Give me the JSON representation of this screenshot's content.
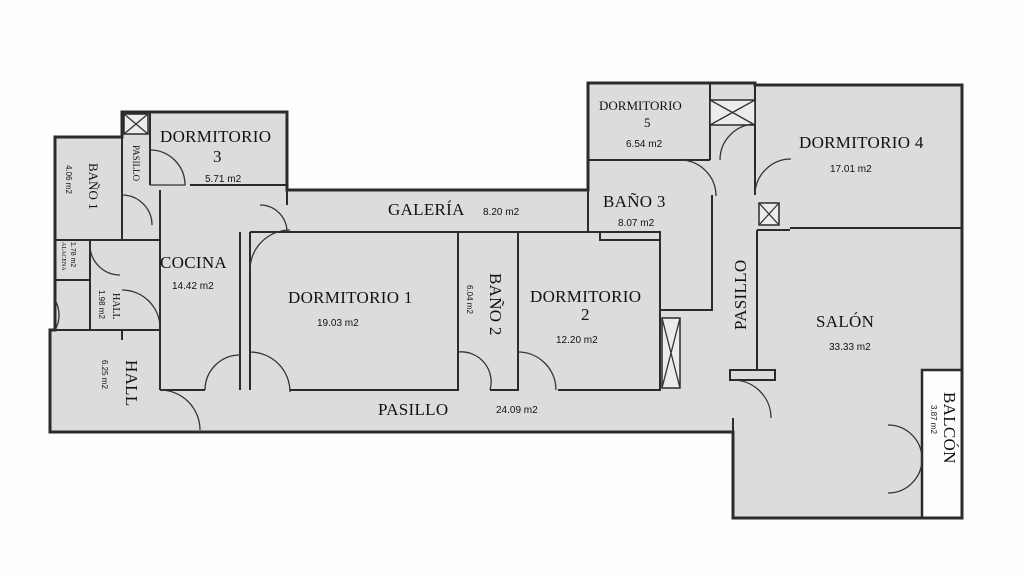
{
  "plan": {
    "rooms": {
      "dormitorio3": {
        "name_a": "DORMITORIO",
        "name_b": "3",
        "area": "5.71 m2"
      },
      "pasillo_small": {
        "name": "PASILLO"
      },
      "bano1": {
        "name": "BAÑO 1",
        "area": "4.06 m2"
      },
      "alacena": {
        "name": "ALACENA",
        "area": "1.78 m2"
      },
      "cocina": {
        "name": "COCINA",
        "area": "14.42 m2"
      },
      "hall_small": {
        "name": "HALL",
        "area": "1.98 m2"
      },
      "hall": {
        "name": "HALL",
        "area": "6.25 m2"
      },
      "galeria": {
        "name": "GALERÍA",
        "area": "8.20 m2"
      },
      "dormitorio1": {
        "name": "DORMITORIO 1",
        "area": "19.03 m2"
      },
      "bano2": {
        "name": "BAÑO 2",
        "area": "6.04 m2"
      },
      "dormitorio2": {
        "name_a": "DORMITORIO",
        "name_b": "2",
        "area": "12.20 m2"
      },
      "pasillo_main": {
        "name": "PASILLO",
        "area": "24.09 m2"
      },
      "dormitorio5": {
        "name_a": "DORMITORIO",
        "name_b": "5",
        "area": "6.54 m2"
      },
      "bano3": {
        "name": "BAÑO 3",
        "area": "8.07 m2"
      },
      "pasillo_vertical": {
        "name": "PASILLO"
      },
      "dormitorio4": {
        "name": "DORMITORIO 4",
        "area": "17.01 m2"
      },
      "salon": {
        "name": "SALÓN",
        "area": "33.33 m2"
      },
      "balcon": {
        "name": "BALCÓN",
        "area": "3.87 m2"
      }
    },
    "colors": {
      "wall": "#2b2b2b",
      "floor": "#dcdcdc",
      "background": "#fdfdfd"
    }
  }
}
